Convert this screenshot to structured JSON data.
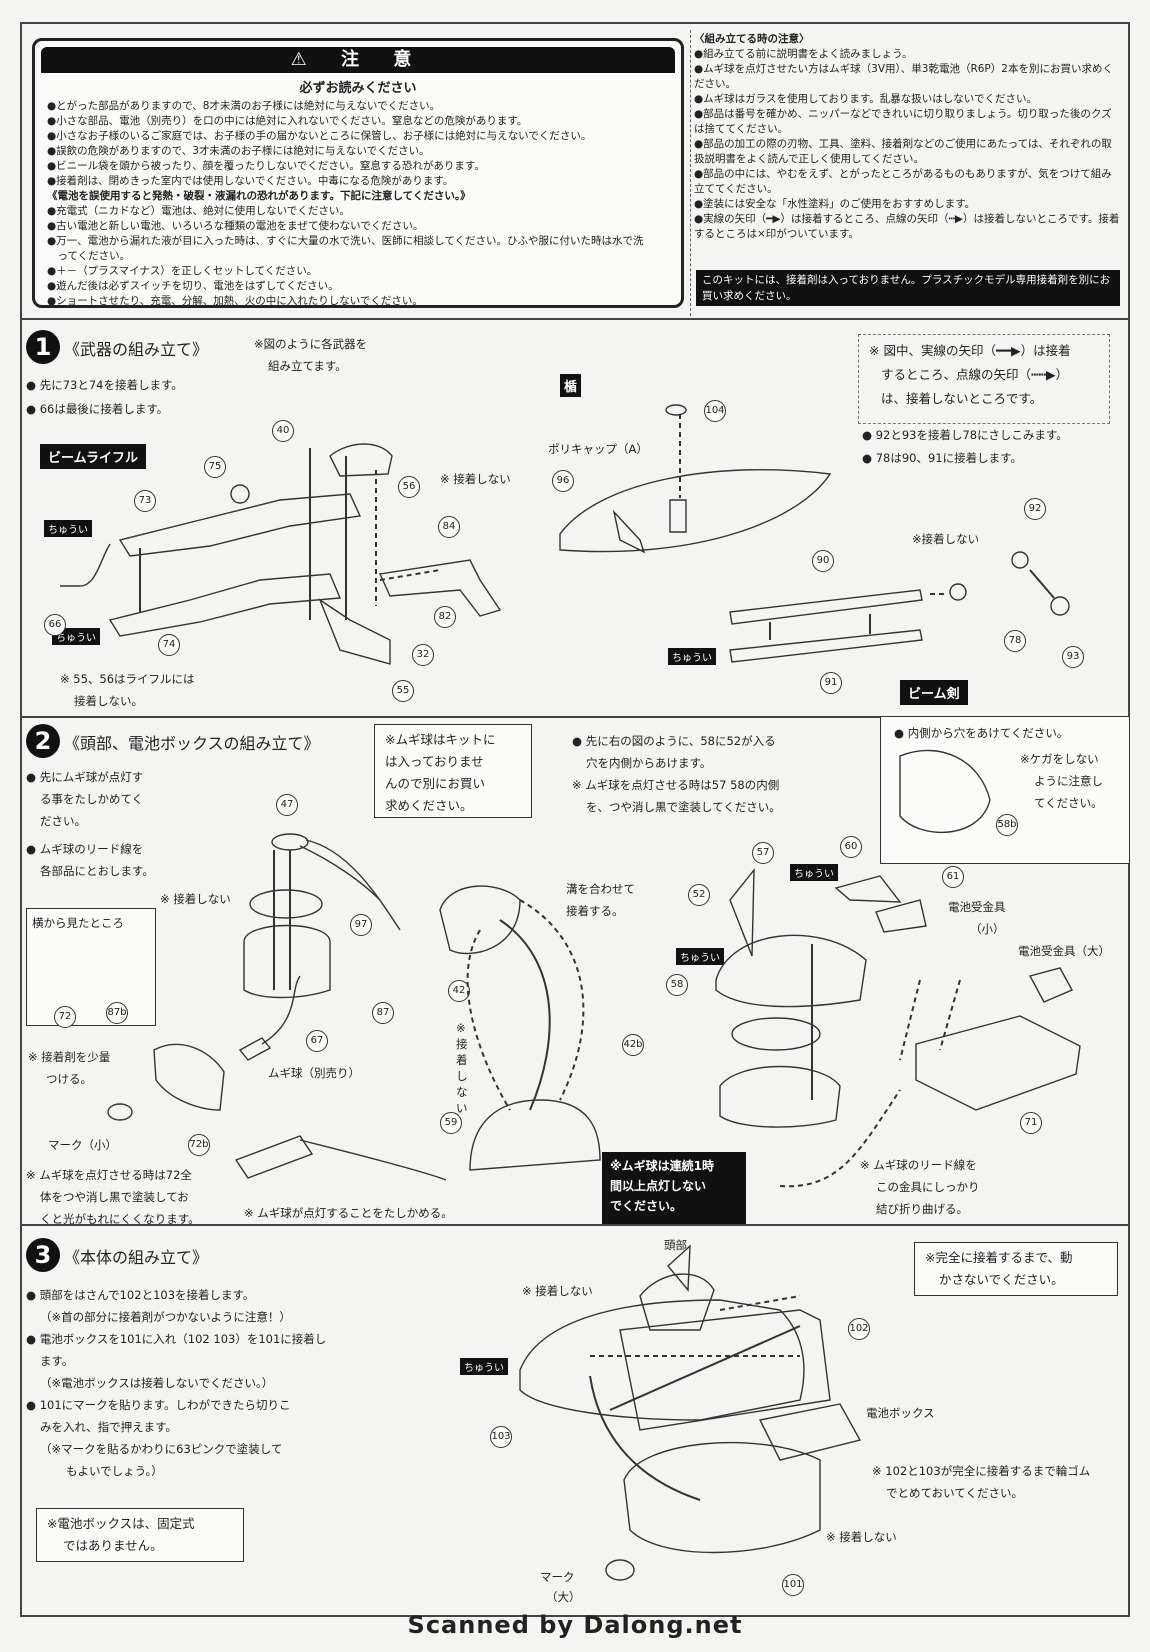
{
  "caution": {
    "header": "⚠ 注 意",
    "subtitle": "必ずお読みください",
    "items": [
      "●とがった部品がありますので、8才未満のお子様には絶対に与えないでください。",
      "●小さな部品、電池（別売り）を口の中には絶対に入れないでください。窒息などの危険があります。",
      "●小さなお子様のいるご家庭では、お子様の手の届かないところに保管し、お子様には絶対に与えないでください。",
      "●誤飲の危険がありますので、3才未満のお子様には絶対に与えないでください。",
      "●ビニール袋を頭から被ったり、顔を覆ったりしないでください。窒息する恐れがあります。",
      "●接着剤は、閉めきった室内では使用しないでください。中毒になる危険があります。",
      "《電池を誤使用すると発熱・破裂・液漏れの恐れがあります。下記に注意してください。》",
      "●充電式（ニカドなど）電池は、絶対に使用しないでください。",
      "●古い電池と新しい電池、いろいろな種類の電池をまぜて使わないでください。",
      "●万一、電池から漏れた液が目に入った時は、すぐに大量の水で洗い、医師に相談してください。ひふや服に付いた時は水で洗",
      "　ってください。",
      "●＋－（プラスマイナス）を正しくセットしてください。",
      "●遊んだ後は必ずスイッチを切り、電池をはずしてください。",
      "●ショートさせたり、充電、分解、加熱、火の中に入れたりしないでください。"
    ]
  },
  "assembly_notes": {
    "title": "〈組み立てる時の注意〉",
    "items": [
      "●組み立てる前に説明書をよく読みましょう。",
      "●ムギ球を点灯させたい方はムギ球（3V用）、単3乾電池（R6P）2本を別にお買い求めください。",
      "●ムギ球はガラスを使用しております。乱暴な扱いはしないでください。",
      "●部品は番号を確かめ、ニッパーなどできれいに切り取りましょう。切り取った後のクズは捨ててください。",
      "●部品の加工の際の刃物、工具、塗料、接着剤などのご使用にあたっては、それぞれの取扱説明書をよく読んで正しく使用してください。",
      "●部品の中には、やむをえず、とがったところがあるものもありますが、気をつけて組み立ててください。",
      "●塗装には安全な「水性塗料」のご使用をおすすめします。",
      "●実線の矢印（━▶）は接着するところ、点線の矢印（┅▶）は接着しないところです。接着するところは×印がついています。"
    ],
    "black_note": "このキットには、接着剤は入っておりません。プラスチックモデル専用接着剤を別にお買い求めください。"
  },
  "section1": {
    "number": "1",
    "title": "《武器の組み立て》",
    "note_weapons": "※図のように各武器を",
    "note_weapons2": "組み立てます。",
    "step1": "● 先に73と74を接着します。",
    "step2": "● 66は最後に接着します。",
    "beam_rifle": "ビームライフル",
    "no_glue": "※ 接着しない",
    "no_glue2": "※接着しない",
    "rifle_note1": "※ 55、56はライフルには",
    "rifle_note2": "接着しない。",
    "shield_label": "楯",
    "polycap": "ポリキャップ（A）",
    "arrow_note1": "※ 図中、実線の矢印（━━▶）は接着",
    "arrow_note2": "するところ、点線の矢印（┅┅▶）",
    "arrow_note3": "は、接着しないところです。",
    "step3": "● 92と93を接着し78にさしこみます。",
    "step4": "● 78は90、91に接着します。",
    "beam_saber": "ビーム剣",
    "caution_tag": "ちゅうい",
    "parts": [
      "40",
      "75",
      "73",
      "66",
      "74",
      "56",
      "84",
      "82",
      "32",
      "55",
      "104",
      "96",
      "92",
      "90",
      "78",
      "93",
      "91"
    ]
  },
  "section2": {
    "number": "2",
    "title": "《頭部、電池ボックスの組み立て》",
    "step1a": "● 先にムギ球が点灯す",
    "step1b": "る事をたしかめてく",
    "step1c": "ださい。",
    "step2a": "● ムギ球のリード線を",
    "step2b": "各部品にとおします。",
    "box_note1": "※ムギ球はキットに",
    "box_note2": "は入っておりませ",
    "box_note3": "んので別にお買い",
    "box_note4": "求めください。",
    "step3a": "● 先に右の図のように、58に52が入る",
    "step3b": "穴を内側からあけます。",
    "step3c": "※ ムギ球を点灯させる時は57 58の内側",
    "step3d": "を、つや消し黒で塗装してください。",
    "hole_note": "● 内側から穴をあけてください。",
    "injury1": "※ケガをしない",
    "injury2": "ように注意し",
    "injury3": "てください。",
    "no_glue": "※ 接着しない",
    "side_view": "横から見たところ",
    "groove1": "溝を合わせて",
    "groove2": "接着する。",
    "glue_small1": "※ 接着剤を少量",
    "glue_small2": "つける。",
    "bulb_sold": "ムギ球（別売り）",
    "mark_small": "マーク（小）",
    "vert_no_glue": "※接着しない",
    "paint_note1": "※ ムギ球を点灯させる時は72全",
    "paint_note2": "体をつや消し黒で塗装してお",
    "paint_note3": "くと光がもれにくくなります。",
    "check_bulb": "※ ムギ球が点灯することをたしかめる。",
    "black_box1": "※ムギ球は連続1時",
    "black_box2": "間以上点灯しない",
    "black_box3": "でください。",
    "battery_small1": "電池受金具",
    "battery_small2": "（小）",
    "battery_large": "電池受金具（大）",
    "lead_note1": "※ ムギ球のリード線を",
    "lead_note2": "この金具にしっかり",
    "lead_note3": "結び折り曲げる。",
    "caution_tag": "ちゅうい",
    "parts": [
      "47",
      "97",
      "87",
      "72",
      "87b",
      "67",
      "72b",
      "42",
      "42b",
      "59",
      "52",
      "57",
      "60",
      "61",
      "58",
      "71",
      "58b"
    ]
  },
  "section3": {
    "number": "3",
    "title": "《本体の組み立て》",
    "step1": "● 頭部をはさんで102と103を接着します。",
    "step1n": "（※首の部分に接着剤がつかないように注意！）",
    "step2": "● 電池ボックスを101に入れ（102 103）を101に接着し",
    "step2b": "ます。",
    "step2n": "（※電池ボックスは接着しないでください。）",
    "step3": "● 101にマークを貼ります。しわができたら切りこ",
    "step3b": "みを入れ、指で押えます。",
    "step3n1": "（※マークを貼るかわりに63ピンクで塗装して",
    "step3n2": "もよいでしょう。）",
    "box1": "※電池ボックスは、固定式",
    "box2": "ではありません。",
    "head": "頭部",
    "no_glue": "※ 接着しない",
    "no_glue2": "※ 接着しない",
    "battery_box": "電池ボックス",
    "complete1": "※完全に接着するまで、動",
    "complete2": "かさないでください。",
    "rubber1": "※ 102と103が完全に接着するまで輪ゴム",
    "rubber2": "でとめておいてください。",
    "mark_large1": "マーク",
    "mark_large2": "（大）",
    "caution_tag": "ちゅうい",
    "parts": [
      "102",
      "103",
      "101"
    ]
  },
  "footer": "Scanned by Dalong.net"
}
